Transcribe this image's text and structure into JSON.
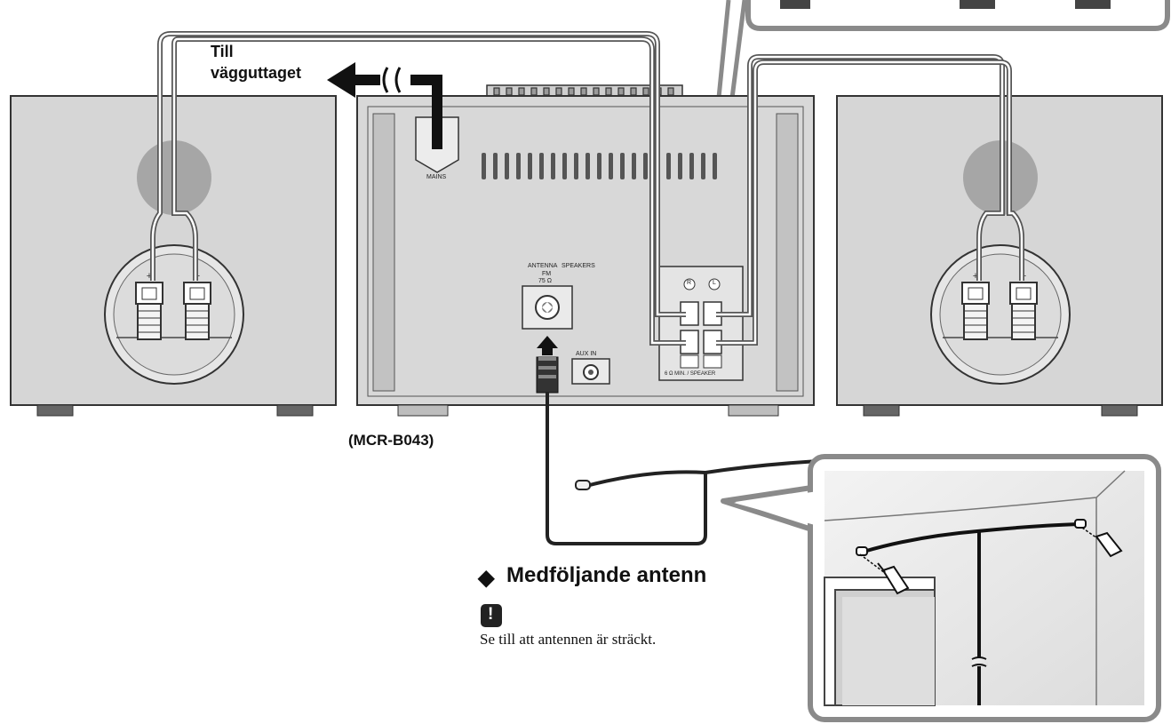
{
  "labels": {
    "outlet_line1": "Till",
    "outlet_line2": "vägguttaget",
    "model": "(MCR-B043)",
    "antenna_title": "Medföljande antenn",
    "antenna_bullet": "◆",
    "warning_icon": "!",
    "warning_text": "Se till att antennen är sträckt."
  },
  "panel_text": {
    "mains": "MAINS",
    "antenna": "ANTENNA",
    "fm": "FM",
    "fm_ohm": "75 Ω",
    "speakers": "SPEAKERS",
    "aux_in": "AUX IN",
    "right_ch": "R",
    "left_ch": "L",
    "speaker_rating": "6 Ω MIN. / SPEAKER",
    "plus": "+",
    "minus": "−"
  },
  "colors": {
    "speaker_fill": "#d6d6d6",
    "unit_fill": "#d8d8d8",
    "outline": "#333333",
    "callout_border": "#8a8a8a",
    "cable": "#222222",
    "warning_bg": "#222222"
  }
}
